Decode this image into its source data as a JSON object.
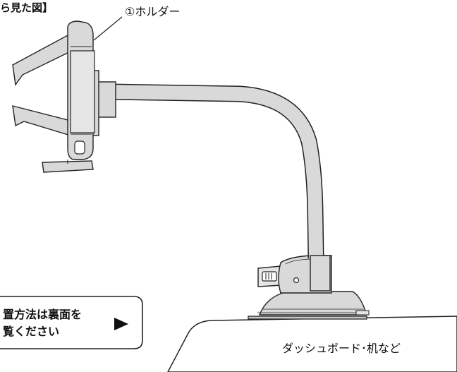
{
  "header": {
    "view_caption_fragment": "ら見た図】"
  },
  "callout": {
    "holder_label": "①ホルダー"
  },
  "notice": {
    "line1": "置方法は裏面を",
    "line2": "覧ください"
  },
  "dashboard": {
    "label": "ダッシュボード･机など"
  },
  "colors": {
    "line": "#222222",
    "part_fill": "#d9d9d9",
    "part_fill_light": "#e6e6e6",
    "part_fill_dark": "#c6c6c6",
    "surface_fill": "#ffffff"
  }
}
